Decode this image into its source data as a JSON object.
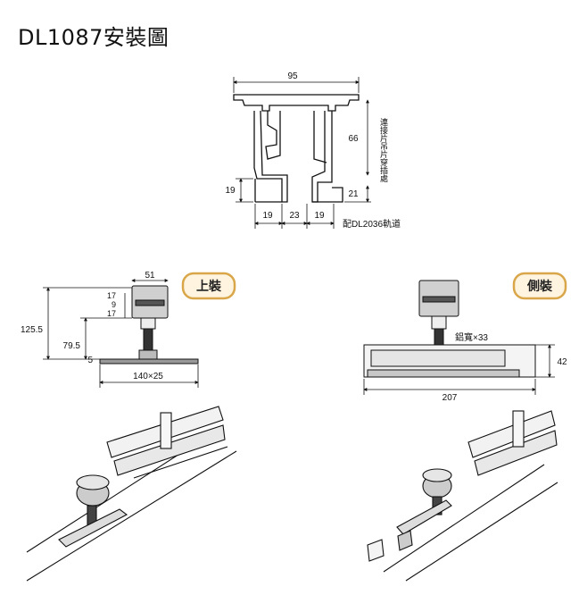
{
  "title": "DL1087安裝圖",
  "profile": {
    "width": "95",
    "height": "66",
    "left_height": "19",
    "right_height": "21",
    "bottom_left": "19",
    "bottom_mid": "23",
    "bottom_right": "19",
    "side_note": "連接片吊片穿插處",
    "rail_note": "配DL2036軌道"
  },
  "top_mount": {
    "badge": "上裝",
    "roller_width": "51",
    "h1": "17",
    "h2": "9",
    "h3": "17",
    "total_height": "125.5",
    "mid_height": "79.5",
    "plate_thick": "5",
    "plate_size": "140×25"
  },
  "side_mount": {
    "badge": "側裝",
    "width_note": "鋁寬×33",
    "height": "42",
    "length": "207"
  }
}
